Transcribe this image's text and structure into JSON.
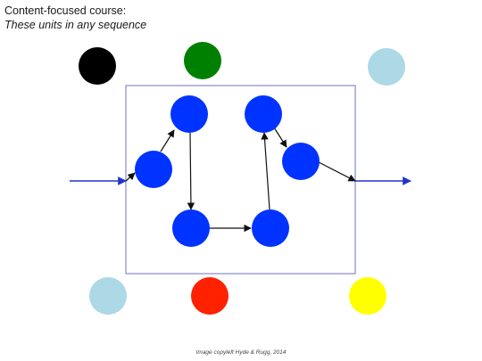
{
  "header": {
    "title": "Content-focused course:",
    "subtitle": "These units in any sequence"
  },
  "footer": {
    "copyright": "Image copyleft Hyde & Rugg, 2014"
  },
  "colors": {
    "unit_blue": "#0033ff",
    "arrow_blue": "#2233cc",
    "box_border": "#8888cc",
    "arrow_black": "#111111",
    "black": "#000000",
    "green": "#008000",
    "light_blue": "#add8e6",
    "red": "#ff2200",
    "yellow": "#ffff00"
  },
  "diagram": {
    "outer_units": [
      {
        "name": "outer-unit-black",
        "color": "#000000"
      },
      {
        "name": "outer-unit-green",
        "color": "#008000"
      },
      {
        "name": "outer-unit-lightblue-top",
        "color": "#add8e6"
      },
      {
        "name": "outer-unit-lightblue-bottom",
        "color": "#add8e6"
      },
      {
        "name": "outer-unit-red",
        "color": "#ff2200"
      },
      {
        "name": "outer-unit-yellow",
        "color": "#ffff00"
      }
    ],
    "course_units": [
      "unit-1",
      "unit-2",
      "unit-3",
      "unit-4",
      "unit-5",
      "unit-6"
    ],
    "flow": [
      [
        "entry",
        "unit-1"
      ],
      [
        "unit-1",
        "unit-2"
      ],
      [
        "unit-2",
        "unit-3"
      ],
      [
        "unit-3",
        "unit-4"
      ],
      [
        "unit-4",
        "unit-5"
      ],
      [
        "unit-5",
        "unit-6"
      ],
      [
        "unit-6",
        "exit"
      ]
    ]
  }
}
